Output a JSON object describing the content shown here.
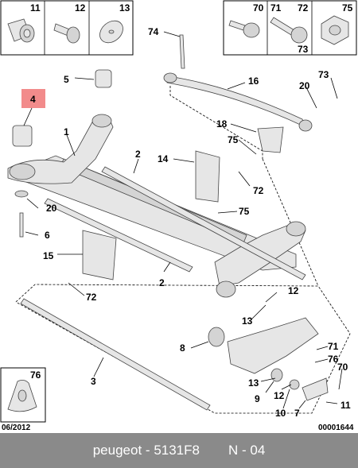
{
  "diagram": {
    "date_code": "06/2012",
    "drawing_code": "00001644",
    "highlighted_label": "4",
    "highlight_color": "#f28b8b",
    "header_left_labels": [
      "11",
      "12",
      "13"
    ],
    "header_right_labels": [
      "70",
      "71",
      "72",
      "73",
      "75"
    ],
    "inset_label": "76",
    "callouts": {
      "c1": "1",
      "c2a": "2",
      "c2b": "2",
      "c3": "3",
      "c5": "5",
      "c6": "6",
      "c7": "7",
      "c8": "8",
      "c9": "9",
      "c10": "10",
      "c11": "11",
      "c12a": "12",
      "c12b": "12",
      "c13a": "13",
      "c13b": "13",
      "c14": "14",
      "c15": "15",
      "c16": "16",
      "c18": "18",
      "c20a": "20",
      "c20b": "20",
      "c70": "70",
      "c71": "71",
      "c72a": "72",
      "c72b": "72",
      "c73": "73",
      "c74": "74",
      "c75a": "75",
      "c75b": "75",
      "c76": "76"
    }
  },
  "footer": {
    "brand": "peugeot",
    "separator": "-",
    "part_number": "5131F8",
    "diagram_ref": "N - 04"
  },
  "colors": {
    "footer_bg": "#8a8a8a",
    "footer_text": "#ffffff"
  }
}
